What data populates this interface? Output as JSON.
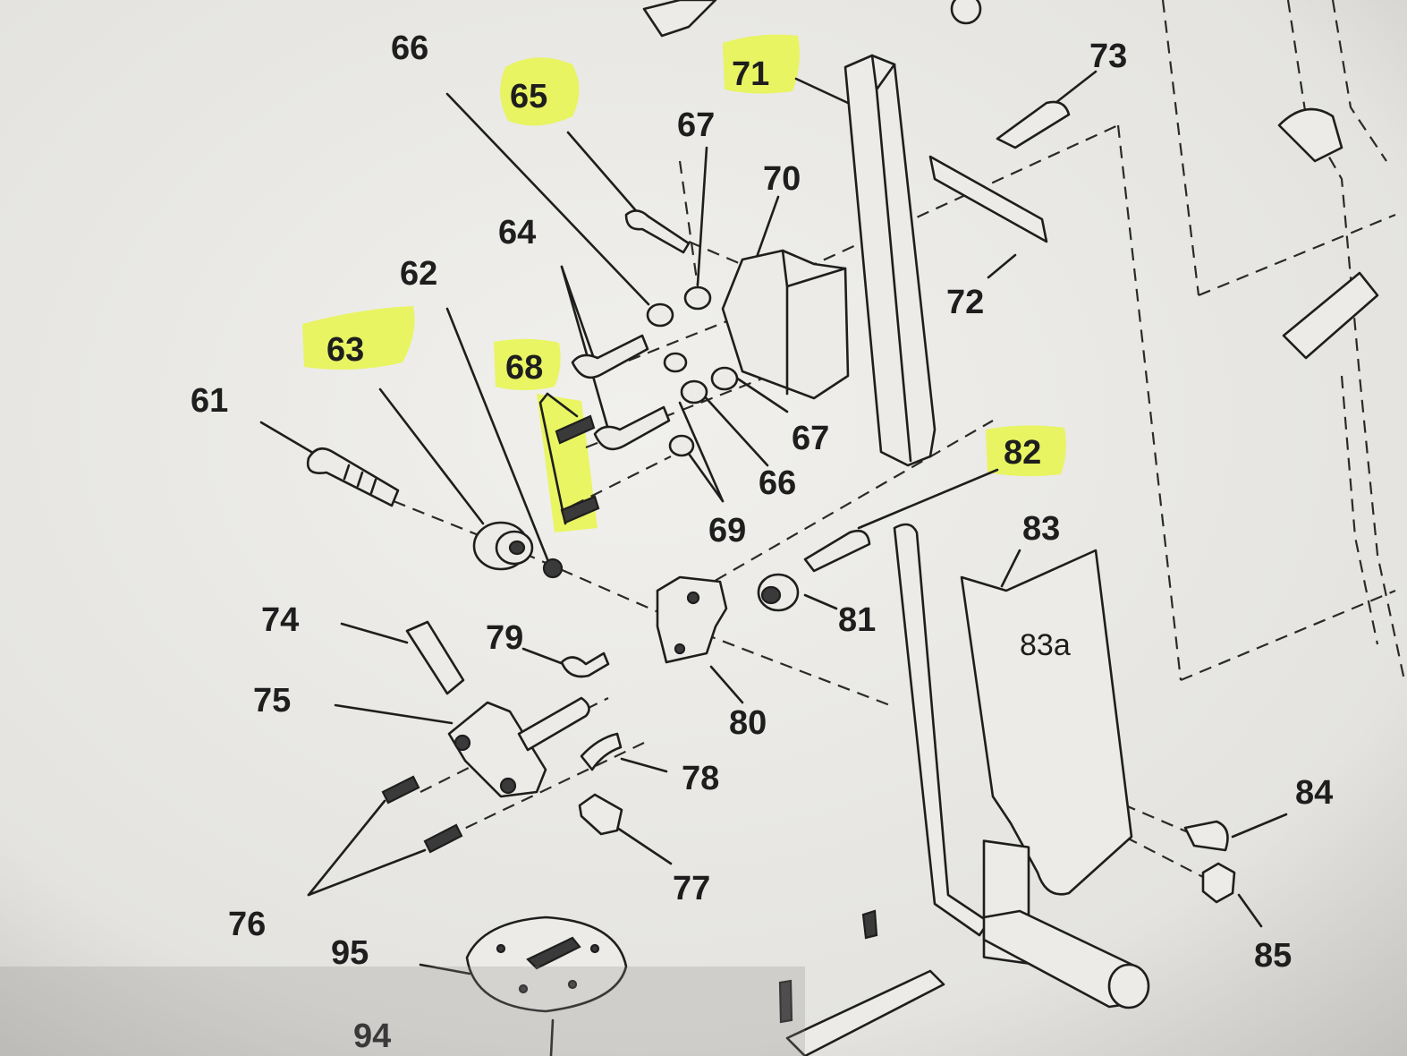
{
  "diagram": {
    "highlight_color": "#e8f64a",
    "labels": [
      {
        "id": "61",
        "text": "61",
        "highlighted": false
      },
      {
        "id": "62",
        "text": "62",
        "highlighted": false
      },
      {
        "id": "63",
        "text": "63",
        "highlighted": true
      },
      {
        "id": "64",
        "text": "64",
        "highlighted": false
      },
      {
        "id": "65",
        "text": "65",
        "highlighted": true
      },
      {
        "id": "66a",
        "text": "66",
        "highlighted": false
      },
      {
        "id": "66b",
        "text": "66",
        "highlighted": false
      },
      {
        "id": "67a",
        "text": "67",
        "highlighted": false
      },
      {
        "id": "67b",
        "text": "67",
        "highlighted": false
      },
      {
        "id": "68",
        "text": "68",
        "highlighted": true
      },
      {
        "id": "69",
        "text": "69",
        "highlighted": false
      },
      {
        "id": "70",
        "text": "70",
        "highlighted": false
      },
      {
        "id": "71",
        "text": "71",
        "highlighted": true
      },
      {
        "id": "72",
        "text": "72",
        "highlighted": false
      },
      {
        "id": "73",
        "text": "73",
        "highlighted": false
      },
      {
        "id": "74",
        "text": "74",
        "highlighted": false
      },
      {
        "id": "75",
        "text": "75",
        "highlighted": false
      },
      {
        "id": "76",
        "text": "76",
        "highlighted": false
      },
      {
        "id": "77",
        "text": "77",
        "highlighted": false
      },
      {
        "id": "78",
        "text": "78",
        "highlighted": false
      },
      {
        "id": "79",
        "text": "79",
        "highlighted": false
      },
      {
        "id": "80",
        "text": "80",
        "highlighted": false
      },
      {
        "id": "81",
        "text": "81",
        "highlighted": false
      },
      {
        "id": "82",
        "text": "82",
        "highlighted": true
      },
      {
        "id": "83",
        "text": "83",
        "highlighted": false
      },
      {
        "id": "83a",
        "text": "83a",
        "highlighted": false
      },
      {
        "id": "84",
        "text": "84",
        "highlighted": false
      },
      {
        "id": "85",
        "text": "85",
        "highlighted": false
      },
      {
        "id": "94",
        "text": "94",
        "highlighted": false
      },
      {
        "id": "95",
        "text": "95",
        "highlighted": false
      }
    ]
  }
}
